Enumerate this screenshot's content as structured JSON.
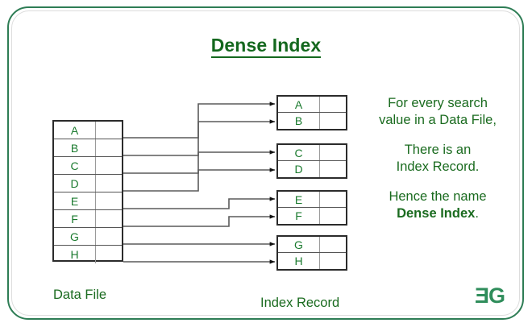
{
  "title": "Dense Index",
  "data_file": {
    "caption": "Data File",
    "rows": [
      {
        "key": "A",
        "pointer": ""
      },
      {
        "key": "B",
        "pointer": ""
      },
      {
        "key": "C",
        "pointer": ""
      },
      {
        "key": "D",
        "pointer": ""
      },
      {
        "key": "E",
        "pointer": ""
      },
      {
        "key": "F",
        "pointer": ""
      },
      {
        "key": "G",
        "pointer": ""
      },
      {
        "key": "H",
        "pointer": ""
      }
    ]
  },
  "index_record": {
    "caption": "Index Record",
    "blocks": [
      {
        "rows": [
          {
            "key": "A",
            "pointer": ""
          },
          {
            "key": "B",
            "pointer": ""
          }
        ]
      },
      {
        "rows": [
          {
            "key": "C",
            "pointer": ""
          },
          {
            "key": "D",
            "pointer": ""
          }
        ]
      },
      {
        "rows": [
          {
            "key": "E",
            "pointer": ""
          },
          {
            "key": "F",
            "pointer": ""
          }
        ]
      },
      {
        "rows": [
          {
            "key": "G",
            "pointer": ""
          },
          {
            "key": "H",
            "pointer": ""
          }
        ]
      }
    ]
  },
  "notes": [
    {
      "lines": [
        "For every search",
        "value in a Data File,"
      ],
      "bold_tail": ""
    },
    {
      "lines": [
        "There is an",
        "Index Record."
      ],
      "bold_tail": ""
    },
    {
      "lines": [
        "Hence the name"
      ],
      "bold_text": "Dense Index",
      "bold_tail": "."
    }
  ],
  "notes_flat": {
    "n0l0": "For every search",
    "n0l1": "value in a Data File,",
    "n1l0": "There is an",
    "n1l1": "Index Record.",
    "n2l0": "Hence the name",
    "n2bold": "Dense Index",
    "n2tail": "."
  },
  "logo": {
    "text": "ƎG",
    "name": "geeksforgeeks-logo"
  },
  "colors": {
    "frame_green": "#2e7d55",
    "title_green": "#14681e",
    "letter_green": "#1a7a2e",
    "note_green": "#1a6b1f",
    "logo_green": "#2f8d5b",
    "line_gray": "#5a5a5a",
    "box_border": "#2b2b2b",
    "background": "#ffffff"
  },
  "connections": [
    {
      "from": "A",
      "to_block": 0,
      "to_row": "A"
    },
    {
      "from": "B",
      "to_block": 0,
      "to_row": "B"
    },
    {
      "from": "C",
      "to_block": 1,
      "to_row": "C"
    },
    {
      "from": "D",
      "to_block": 1,
      "to_row": "D"
    },
    {
      "from": "E",
      "to_block": 2,
      "to_row": "E"
    },
    {
      "from": "F",
      "to_block": 2,
      "to_row": "F"
    },
    {
      "from": "G",
      "to_block": 3,
      "to_row": "G"
    },
    {
      "from": "H",
      "to_block": 3,
      "to_row": "H"
    }
  ]
}
